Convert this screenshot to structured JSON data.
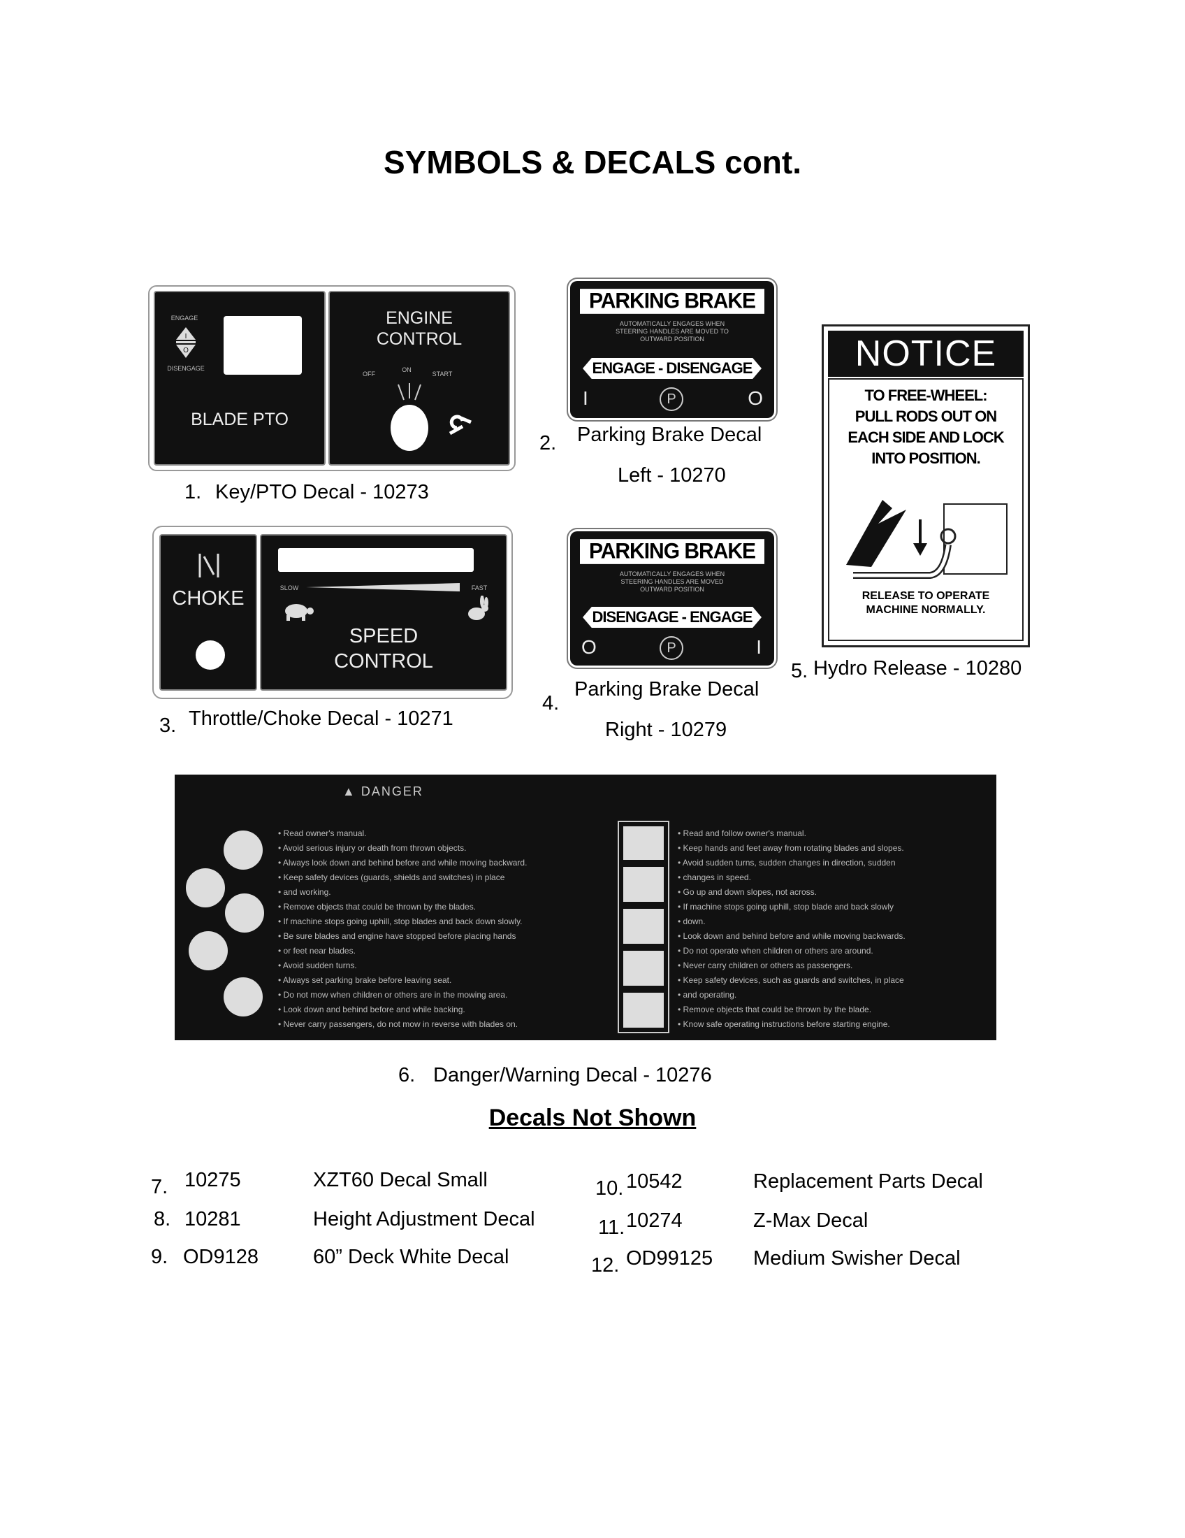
{
  "page": {
    "title": "SYMBOLS & DECALS cont."
  },
  "decals": {
    "d1": {
      "num": "1.",
      "caption": "Key/PTO Decal - 10273",
      "engage": "ENGAGE",
      "disengage": "DISENGAGE",
      "blade_pto": "BLADE PTO",
      "engine_control_1": "ENGINE",
      "engine_control_2": "CONTROL",
      "off": "OFF",
      "on": "ON",
      "start": "START"
    },
    "d2": {
      "num": "2.",
      "caption_1": "Parking Brake Decal",
      "caption_2": "Left - 10270",
      "header": "PARKING BRAKE",
      "arrow": "ENGAGE - DISENGAGE",
      "left_mark": "I",
      "center_mark": "P",
      "right_mark": "O"
    },
    "d3": {
      "num": "3.",
      "caption": "Throttle/Choke Decal - 10271",
      "choke": "CHOKE",
      "slow": "SLOW",
      "fast": "FAST",
      "speed": "SPEED",
      "control": "CONTROL"
    },
    "d4": {
      "num": "4.",
      "caption_1": "Parking Brake Decal",
      "caption_2": "Right - 10279",
      "header": "PARKING BRAKE",
      "arrow": "DISENGAGE - ENGAGE",
      "left_mark": "O",
      "center_mark": "P",
      "right_mark": "I"
    },
    "d5": {
      "num": "5.",
      "caption": "Hydro Release - 10280",
      "header": "NOTICE",
      "line1": "TO FREE-WHEEL:",
      "line2": "PULL RODS OUT ON",
      "line3": "EACH SIDE AND LOCK",
      "line4": "INTO POSITION.",
      "foot1": "RELEASE TO OPERATE",
      "foot2": "MACHINE NORMALLY."
    },
    "d6": {
      "num": "6.",
      "caption": "Danger/Warning Decal - 10276",
      "header": "DANGER",
      "left_bullets": [
        "Read owner's manual.",
        "Avoid serious injury or death from thrown objects.",
        "Always look down and behind before and while moving backward.",
        "Keep safety devices (guards, shields and switches) in place",
        "and working.",
        "Remove objects that could be thrown by the blades.",
        "If machine stops going uphill, stop blades and back down slowly.",
        "Be sure blades and engine have stopped before placing hands",
        "or feet near blades.",
        "Avoid sudden turns.",
        "Always set parking brake before leaving seat.",
        "Do not mow when children or others are in the mowing area.",
        "Look down and behind before and while backing.",
        "Never carry passengers, do not mow in reverse with blades on."
      ],
      "right_bullets": [
        "Read and follow owner's manual.",
        "Keep hands and feet away from rotating blades and slopes.",
        "Avoid sudden turns, sudden changes in direction, sudden",
        "changes in speed.",
        "Go up and down slopes, not across.",
        "If machine stops going uphill, stop blade and back slowly",
        "down.",
        "Look down and behind before and while moving backwards.",
        "Do not operate when children or others are around.",
        "Never carry children or others as passengers.",
        "Keep safety devices, such as guards and switches, in place",
        "and operating.",
        "Remove objects that could be thrown by the blade.",
        "Know safe operating instructions before starting engine."
      ]
    }
  },
  "not_shown": {
    "heading": "Decals Not Shown",
    "rows": [
      {
        "num": "7.",
        "part": "10275",
        "desc": "XZT60 Decal Small"
      },
      {
        "num": "8.",
        "part": "10281",
        "desc": "Height Adjustment Decal"
      },
      {
        "num": "9.",
        "part": "OD9128",
        "desc": "60” Deck White Decal"
      },
      {
        "num": "10.",
        "part": "10542",
        "desc": "Replacement Parts Decal"
      },
      {
        "num": "11.",
        "part": "10274",
        "desc": "Z-Max Decal"
      },
      {
        "num": "12.",
        "part": "OD99125",
        "desc": "Medium Swisher Decal"
      }
    ]
  }
}
